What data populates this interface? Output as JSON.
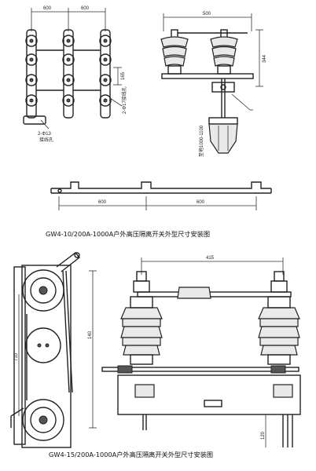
{
  "top": {
    "dims": {
      "pitch_left": "600",
      "pitch_right": "600",
      "width_side": "500",
      "height_side": "344",
      "hole_spacing": "165",
      "terminal_hole_upper": "2-Φ17接线孔",
      "terminal_hole_lower": "2-Φ13",
      "terminal_hole_lower_label": "接线孔",
      "mount_height": "至地1000-1100",
      "base_left": "600",
      "base_right": "600"
    },
    "caption": "GW4-10/200A-1000A户外高压隔离开关外型尺寸安装图"
  },
  "bottom": {
    "dims": {
      "width_top": "415",
      "height_left": "140",
      "height_front": "710",
      "base_height": "120"
    },
    "caption": "GW4-15/200A-1000A户外高压隔离开关外型尺寸安装图"
  }
}
